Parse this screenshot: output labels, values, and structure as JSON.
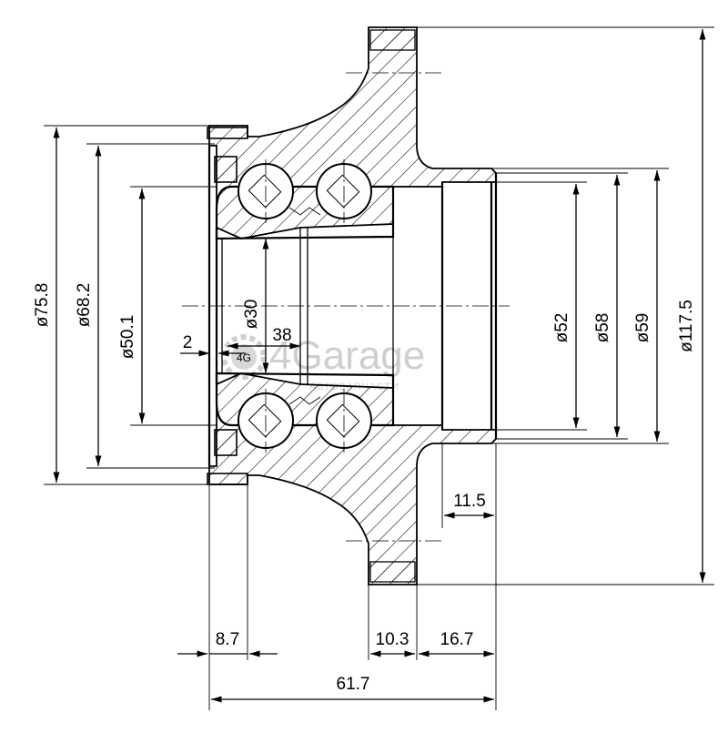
{
  "drawing": {
    "dimensions": {
      "d_75_8": "ø75.8",
      "d_68_2": "ø68.2",
      "d_50_1": "ø50.1",
      "d_30": "ø30",
      "d_52": "ø52",
      "d_58": "ø58",
      "d_59": "ø59",
      "d_117_5": "ø117.5",
      "len_2": "2",
      "len_38": "38",
      "len_11_5": "11.5",
      "len_8_7": "8.7",
      "len_10_3": "10.3",
      "len_16_7": "16.7",
      "len_61_7": "61.7"
    },
    "watermark": {
      "logo_text": "4Garage",
      "badge_text": "4G",
      "subtitle": "АВТОЗАПЧАСТИ"
    }
  }
}
